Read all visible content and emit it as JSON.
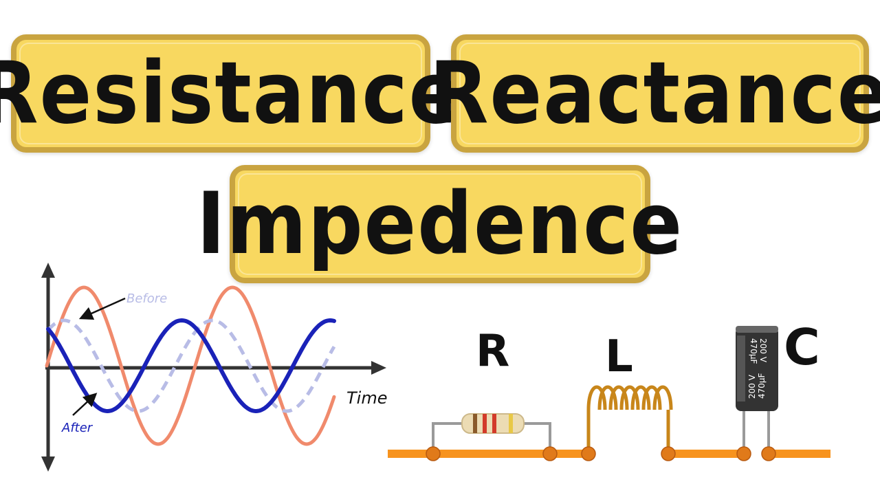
{
  "titles": {
    "resistance": "Resistance",
    "reactance": "Reactance",
    "impedence": "Impedence"
  },
  "waveform": {
    "before_label": "Before",
    "after_label": "After",
    "time_label": "Time",
    "colors": {
      "reference": "#f08a6c",
      "before": "#b8bce6",
      "after": "#1a22b8",
      "axis": "#333333"
    }
  },
  "components": {
    "resistor_label": "R",
    "inductor_label": "L",
    "capacitor_label": "C",
    "capacitor_marking_1": "200 V",
    "capacitor_marking_2": "470µF",
    "colors": {
      "wire": "#f7931e",
      "coil": "#c8861a",
      "resistor_body": "#ecdcb4",
      "capacitor_body": "#333333"
    }
  },
  "colors": {
    "title_fill": "#f8d860",
    "title_border": "#c9a440"
  }
}
